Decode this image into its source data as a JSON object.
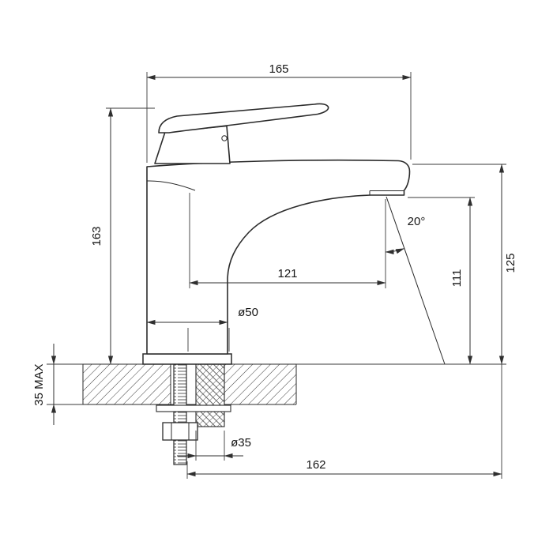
{
  "drawing": {
    "kind": "technical dimension drawing",
    "subject": "single-lever basin faucet, side view with deck mounting cross-section"
  },
  "dim_labels": {
    "overall_width": "165",
    "height": "163",
    "spout_reach": "121",
    "base_diameter": "ø50",
    "stream_angle": "20°",
    "outlet_height": "111",
    "spout_tip_height": "125",
    "mounting_max_thickness": "35 MAX",
    "mounting_hole_diameter": "ø35",
    "overall_reach": "162"
  },
  "colors": {
    "line": "#2b2b2b",
    "background": "#ffffff"
  }
}
